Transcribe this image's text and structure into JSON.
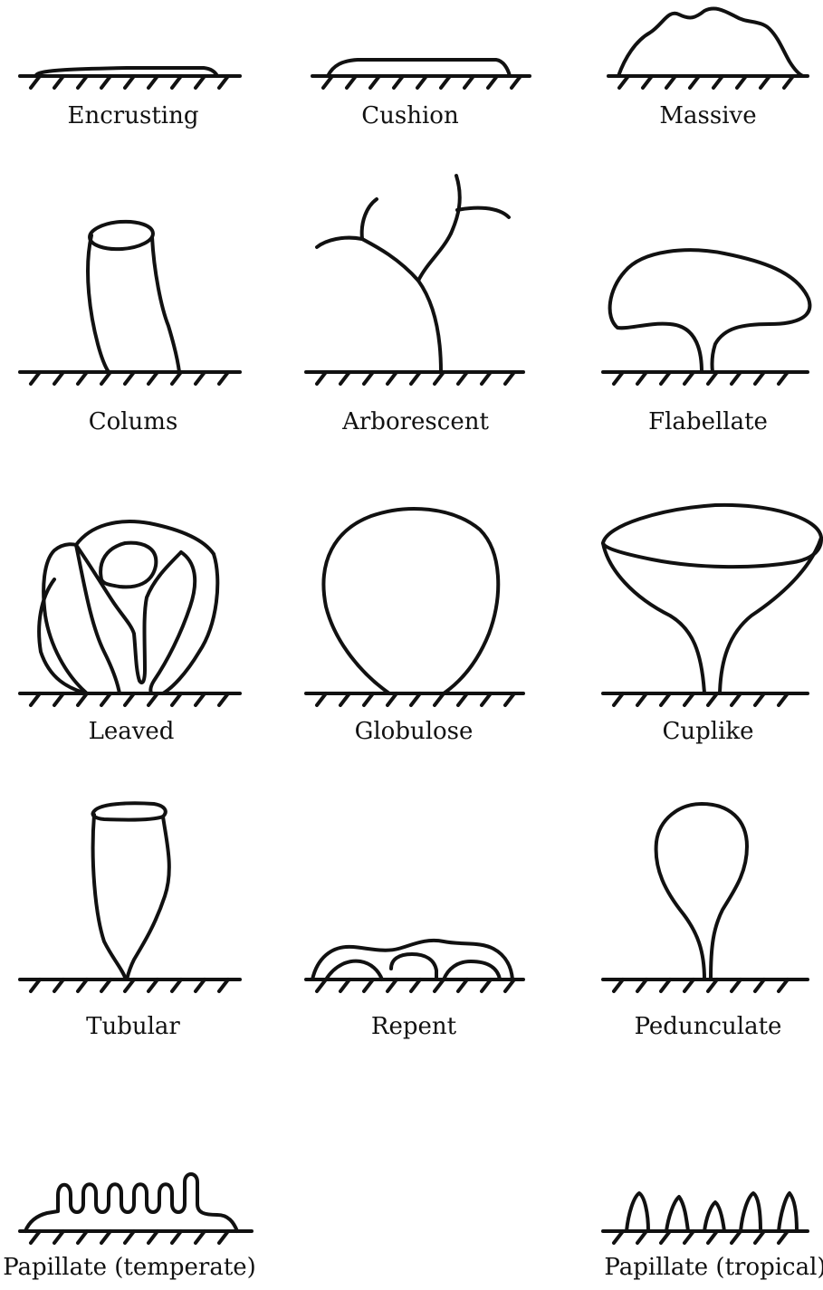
{
  "figure": {
    "labels": {
      "encrusting": "Encrusting",
      "cushion": "Cushion",
      "massive": "Massive",
      "colums": "Colums",
      "arborescent": "Arborescent",
      "flabellate": "Flabellate",
      "leaved": "Leaved",
      "globulose": "Globulose",
      "cuplike": "Cuplike",
      "tubular": "Tubular",
      "repent": "Repent",
      "pedunculate": "Pedunculate",
      "papillate_temperate": "Papillate (temperate)",
      "papillate_tropical": "Papillate (tropical)"
    },
    "colors": {
      "ink": "#111111",
      "background": "#ffffff"
    }
  }
}
